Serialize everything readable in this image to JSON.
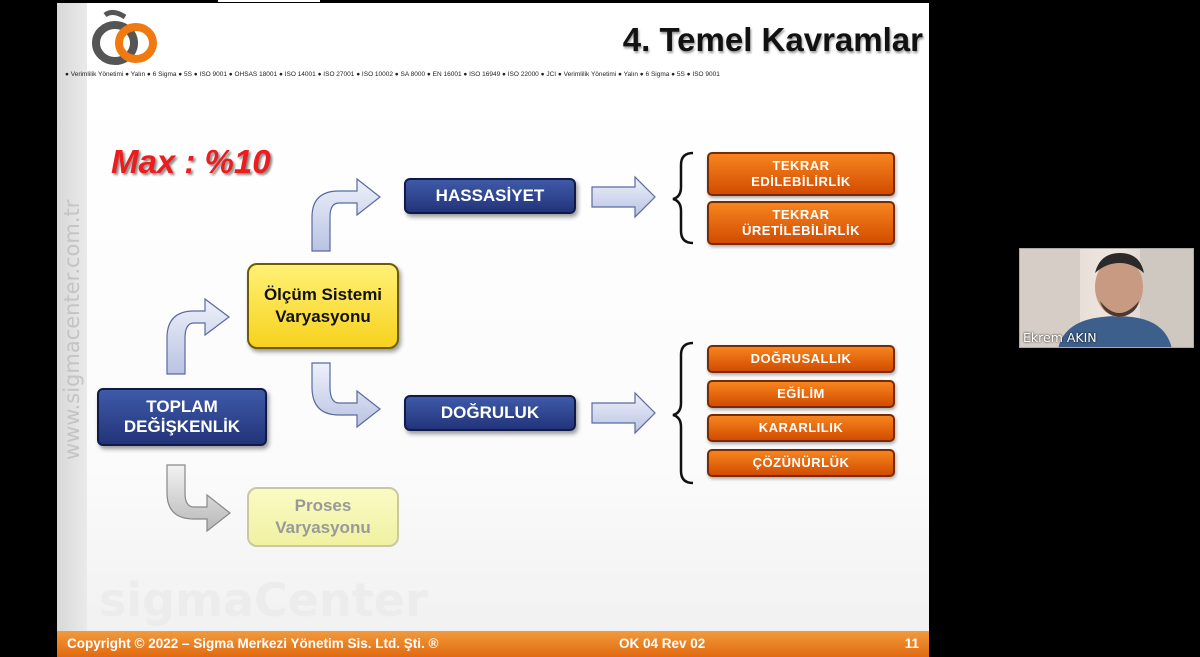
{
  "slide": {
    "title": "4. Temel Kavramlar",
    "ticker": "● Verimlilik Yönetimi ● Yalın ● 6 Sigma ● 5S ● ISO 9001 ● OHSAS 18001 ● ISO 14001 ● ISO 27001 ● ISO 10002 ● SA 8000 ● EN 16001 ● ISO 16949 ● ISO 22000 ● JCI ● Verimlilik Yönetimi ● Yalın ● 6 Sigma ● 5S ● ISO 9001",
    "side_url": "www.sigmacenter.com.tr",
    "watermark": "sigmaCenter",
    "max_note": "Max : %10"
  },
  "diagram": {
    "toplam": "TOPLAM DEĞİŞKENLİK",
    "olcum": "Ölçüm Sistemi Varyasyonu",
    "proses": "Proses Varyasyonu",
    "hassasiyet": "HASSASİYET",
    "dogruluk": "DOĞRULUK",
    "hassasiyet_items": [
      "TEKRAR EDİLEBİLİRLİK",
      "TEKRAR ÜRETİLEBİLİRLİK"
    ],
    "dogruluk_items": [
      "DOĞRUSALLIK",
      "EĞİLİM",
      "KARARLILIK",
      "ÇÖZÜNÜRLÜK"
    ]
  },
  "footer": {
    "copyright": "Copyright © 2022 – Sigma Merkezi Yönetim Sis. Ltd. Şti. ®",
    "doc_code": "OK 04 Rev 02",
    "page_number": "11"
  },
  "webcam": {
    "participant_name": "Ekrem AKIN"
  },
  "colors": {
    "navy": "#22347a",
    "yellow": "#f7d21e",
    "orange": "#e06a10",
    "accent_red": "#ee1c1c"
  }
}
